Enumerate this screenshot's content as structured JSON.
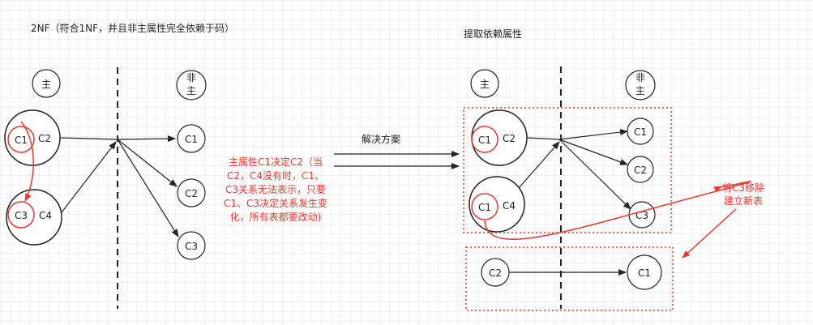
{
  "left": {
    "title": "2NF（符合1NF，并且非主属性完全依赖于码）",
    "primary_label": "主",
    "nonprimary_label_1": "非",
    "nonprimary_label_2": "主",
    "big_c1": "C1",
    "big_c2": "C2",
    "big_c3": "C3",
    "big_c4": "C4",
    "out_c1": "C1",
    "out_c2": "C2",
    "out_c3": "C3"
  },
  "note": {
    "line1": "主属性C1决定C2（当",
    "line2": "C2，C4没有时，C1、",
    "line3": "C3关系无法表示，只要",
    "line4": "C1、C3决定关系发生变",
    "line5": "化，所有表都要改动)"
  },
  "middle": {
    "solution_label": "解决方案"
  },
  "right": {
    "title": "提取依赖属性",
    "primary_label": "主",
    "nonprimary_label_1": "非",
    "nonprimary_label_2": "主",
    "big_c1": "C1",
    "big_c2": "C2",
    "big_c1b": "C1",
    "big_c4": "C4",
    "out_c1": "C1",
    "out_c2": "C2",
    "out_c3": "C3",
    "bottom_c2": "C2",
    "bottom_c1": "C1",
    "move_label_1": "将C3移除",
    "move_label_2": "建立新表"
  },
  "colors": {
    "accent_red": "#e8392e",
    "stroke": "#222222"
  }
}
